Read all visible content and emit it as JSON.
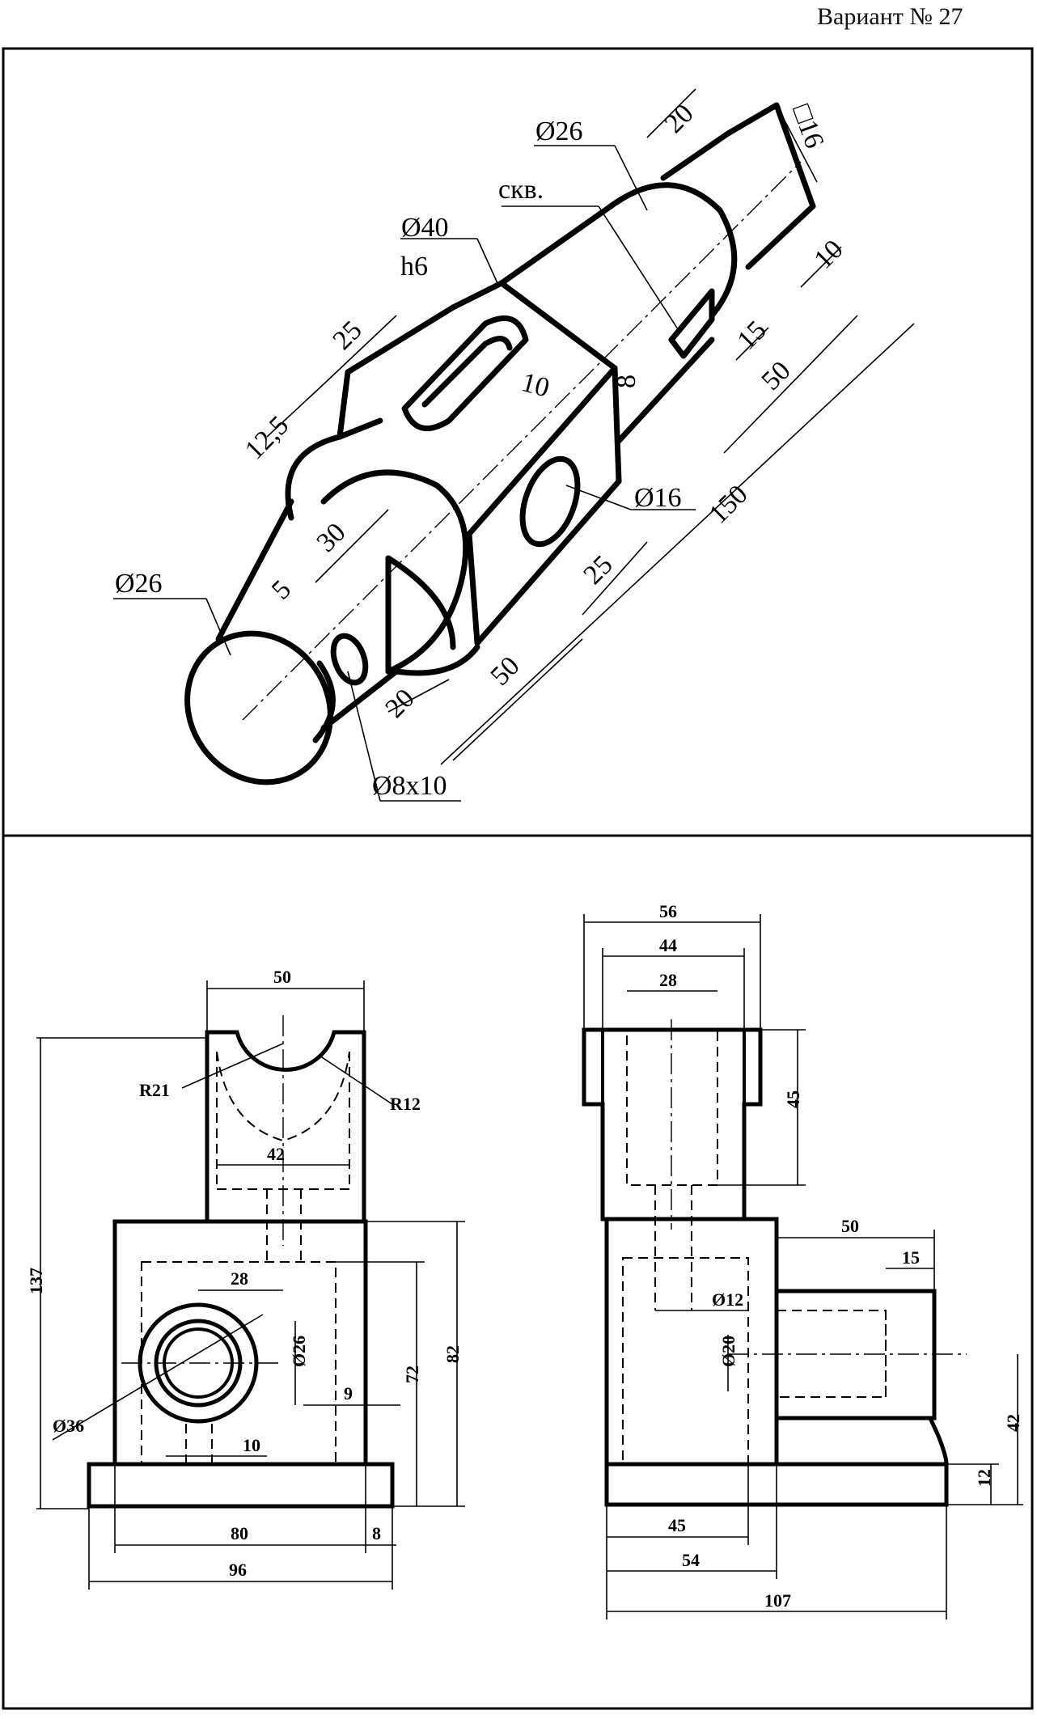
{
  "header": {
    "variant": "Вариант № 27"
  },
  "iso": {
    "d26_top": "Ø26",
    "d40": "Ø40",
    "h6": "h6",
    "skvoz": "скв.",
    "sq16": "□16",
    "d16": "Ø16",
    "d26_left": "Ø26",
    "d8x10": "Ø8x10",
    "n20_top": "20",
    "n10_right": "10",
    "n15": "15",
    "n50_right": "50",
    "n150": "150",
    "n8": "8",
    "n10_slot": "10",
    "n25_top": "25",
    "n12_5": "12,5",
    "n30": "30",
    "n5": "5",
    "n25_mid": "25",
    "n50_bottom": "50",
    "n20_bottom": "20"
  },
  "front_view": {
    "d50": "50",
    "r21": "R21",
    "r12": "R12",
    "d42": "42",
    "d137": "137",
    "d28": "28",
    "d26": "Ø26",
    "d72": "72",
    "d82": "82",
    "d9": "9",
    "d36": "Ø36",
    "d10": "10",
    "d80": "80",
    "d8": "8",
    "d96": "96"
  },
  "side_view": {
    "d56": "56",
    "d44": "44",
    "d28": "28",
    "d45_v": "45",
    "d50": "50",
    "d15": "15",
    "d12": "Ø12",
    "d20": "Ø20",
    "d42": "42",
    "d12_h": "12",
    "d45_h": "45",
    "d54": "54",
    "d107": "107"
  }
}
